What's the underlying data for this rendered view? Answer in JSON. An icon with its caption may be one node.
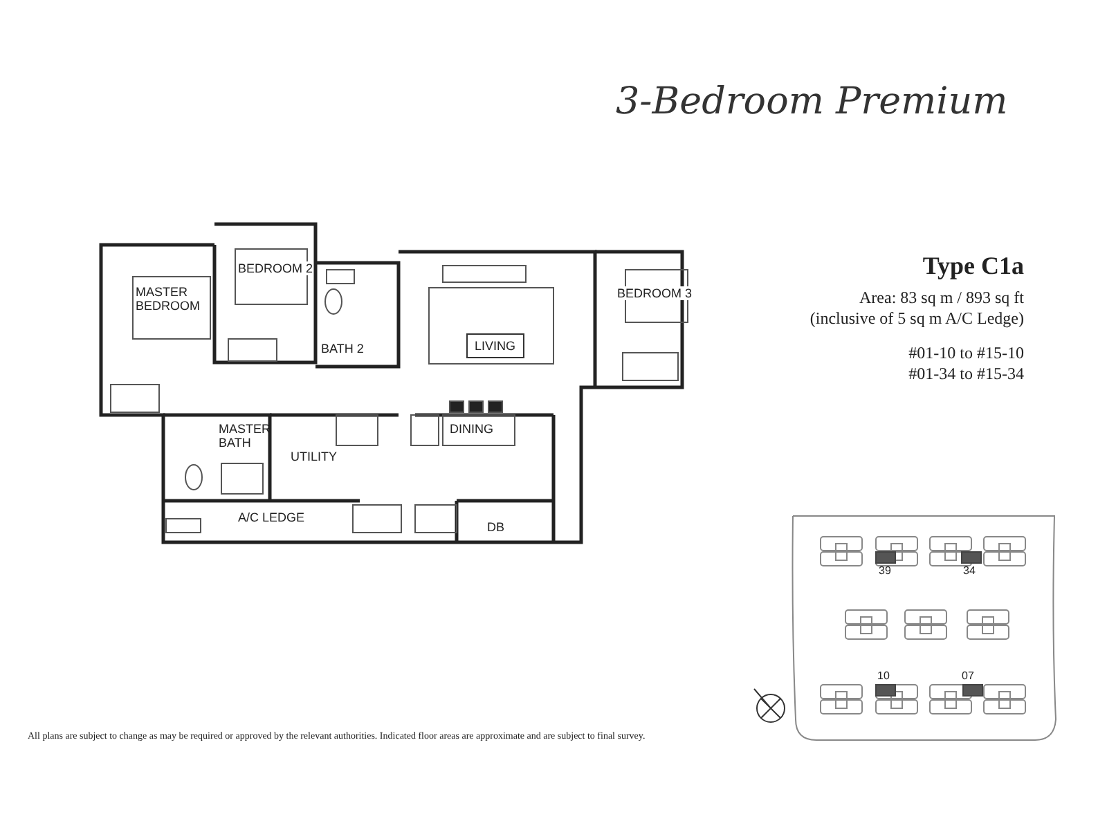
{
  "diagram": {
    "title": "3-Bedroom Premium",
    "labels": [
      "Type C1a",
      "Area: 83 sq m / 893 sq ft",
      "(inclusive of 5 sq m A/C Ledge)",
      "#01-10 to #15-10",
      "#01-34 to #15-34",
      "MASTER BEDROOM",
      "BEDROOM 2",
      "BATH 2",
      "LIVING",
      "BEDROOM 3",
      "MASTER BATH",
      "UTILITY",
      "DINING",
      "A/C LEDGE",
      "DB",
      "39",
      "34",
      "10",
      "07",
      "All plans are subject to change as may be required or approved by the relevant authorities. Indicated floor areas are approximate and are subject to final survey."
    ]
  }
}
